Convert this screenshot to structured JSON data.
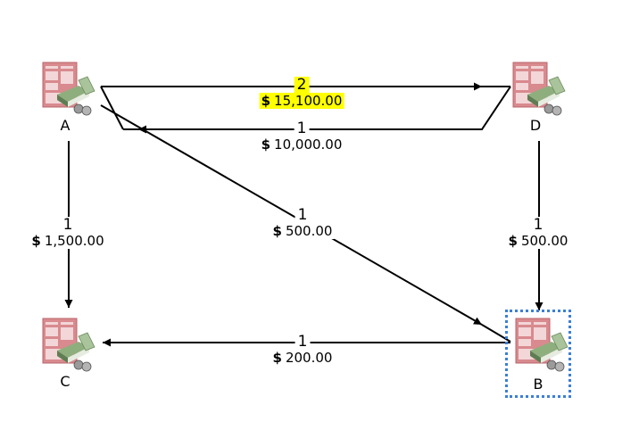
{
  "diagram": {
    "nodes": [
      {
        "id": "A",
        "label": "A",
        "icon": "invoice-cash-icon",
        "selected": false
      },
      {
        "id": "D",
        "label": "D",
        "icon": "invoice-cash-icon",
        "selected": false
      },
      {
        "id": "C",
        "label": "C",
        "icon": "invoice-cash-icon",
        "selected": false
      },
      {
        "id": "B",
        "label": "B",
        "icon": "invoice-cash-icon",
        "selected": true
      }
    ],
    "edges": [
      {
        "from": "A",
        "to": "D",
        "count": "2",
        "currency_symbol": "$",
        "amount": "15,100.00",
        "highlighted": true,
        "highlight_color": "#ffff00"
      },
      {
        "from": "D",
        "to": "A",
        "count": "1",
        "currency_symbol": "$",
        "amount": "10,000.00",
        "highlighted": false
      },
      {
        "from": "A",
        "to": "C",
        "count": "1",
        "currency_symbol": "$",
        "amount": "1,500.00",
        "highlighted": false
      },
      {
        "from": "A",
        "to": "B",
        "count": "1",
        "currency_symbol": "$",
        "amount": "500.00",
        "highlighted": false
      },
      {
        "from": "D",
        "to": "B",
        "count": "1",
        "currency_symbol": "$",
        "amount": "500.00",
        "highlighted": false
      },
      {
        "from": "B",
        "to": "C",
        "count": "1",
        "currency_symbol": "$",
        "amount": "200.00",
        "highlighted": false
      }
    ],
    "selection_color": "#3b7fd6"
  }
}
